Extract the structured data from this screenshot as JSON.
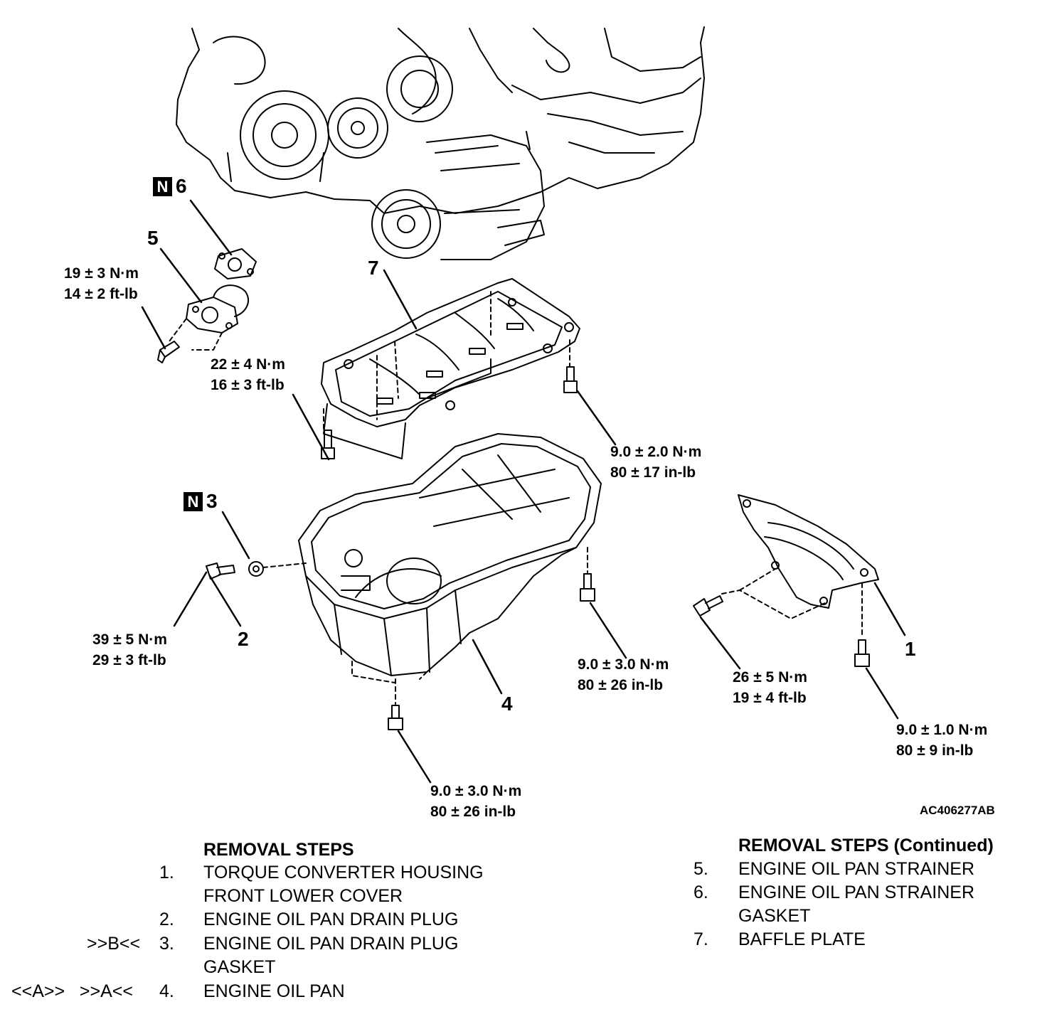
{
  "torque": {
    "t1": {
      "nm": "9.0 ± 1.0 N·m",
      "imp": "80 ± 9 in-lb"
    },
    "t2": {
      "nm": "39 ± 5 N·m",
      "imp": "29 ± 3 ft-lb"
    },
    "t3": {
      "nm": "9.0 ± 3.0 N·m",
      "imp": "80 ± 26 in-lb"
    },
    "t4": {
      "nm": "9.0 ± 3.0 N·m",
      "imp": "80 ± 26 in-lb"
    },
    "t5": {
      "nm": "19 ± 3 N·m",
      "imp": "14 ± 2 ft-lb"
    },
    "t6": {
      "nm": "22 ± 4 N·m",
      "imp": "16 ± 3 ft-lb"
    },
    "t7": {
      "nm": "9.0 ± 2.0 N·m",
      "imp": "80 ± 17 in-lb"
    },
    "t8": {
      "nm": "26 ± 5 N·m",
      "imp": "19 ± 4 ft-lb"
    }
  },
  "callouts": {
    "c1": "1",
    "c2": "2",
    "c3": "3",
    "c4": "4",
    "c5": "5",
    "c6": "6",
    "c7": "7"
  },
  "new_part_mark": "N",
  "figure_ref": "AC406277AB",
  "removal_steps": {
    "title": "REMOVAL STEPS",
    "items": [
      {
        "marks": "",
        "num": "1.",
        "lines": [
          "TORQUE CONVERTER HOUSING",
          "FRONT LOWER COVER"
        ]
      },
      {
        "marks": "",
        "num": "2.",
        "lines": [
          "ENGINE OIL PAN DRAIN PLUG"
        ]
      },
      {
        "marks": ">>B<<",
        "num": "3.",
        "lines": [
          "ENGINE OIL PAN DRAIN PLUG",
          "GASKET"
        ]
      },
      {
        "marks": "<<A>>   >>A<<",
        "num": "4.",
        "lines": [
          "ENGINE OIL PAN"
        ]
      }
    ]
  },
  "removal_steps_continued": {
    "title": "REMOVAL STEPS (Continued)",
    "items": [
      {
        "num": "5.",
        "lines": [
          "ENGINE OIL PAN STRAINER"
        ]
      },
      {
        "num": "6.",
        "lines": [
          "ENGINE OIL PAN STRAINER",
          "GASKET"
        ]
      },
      {
        "num": "7.",
        "lines": [
          "BAFFLE PLATE"
        ]
      }
    ]
  }
}
